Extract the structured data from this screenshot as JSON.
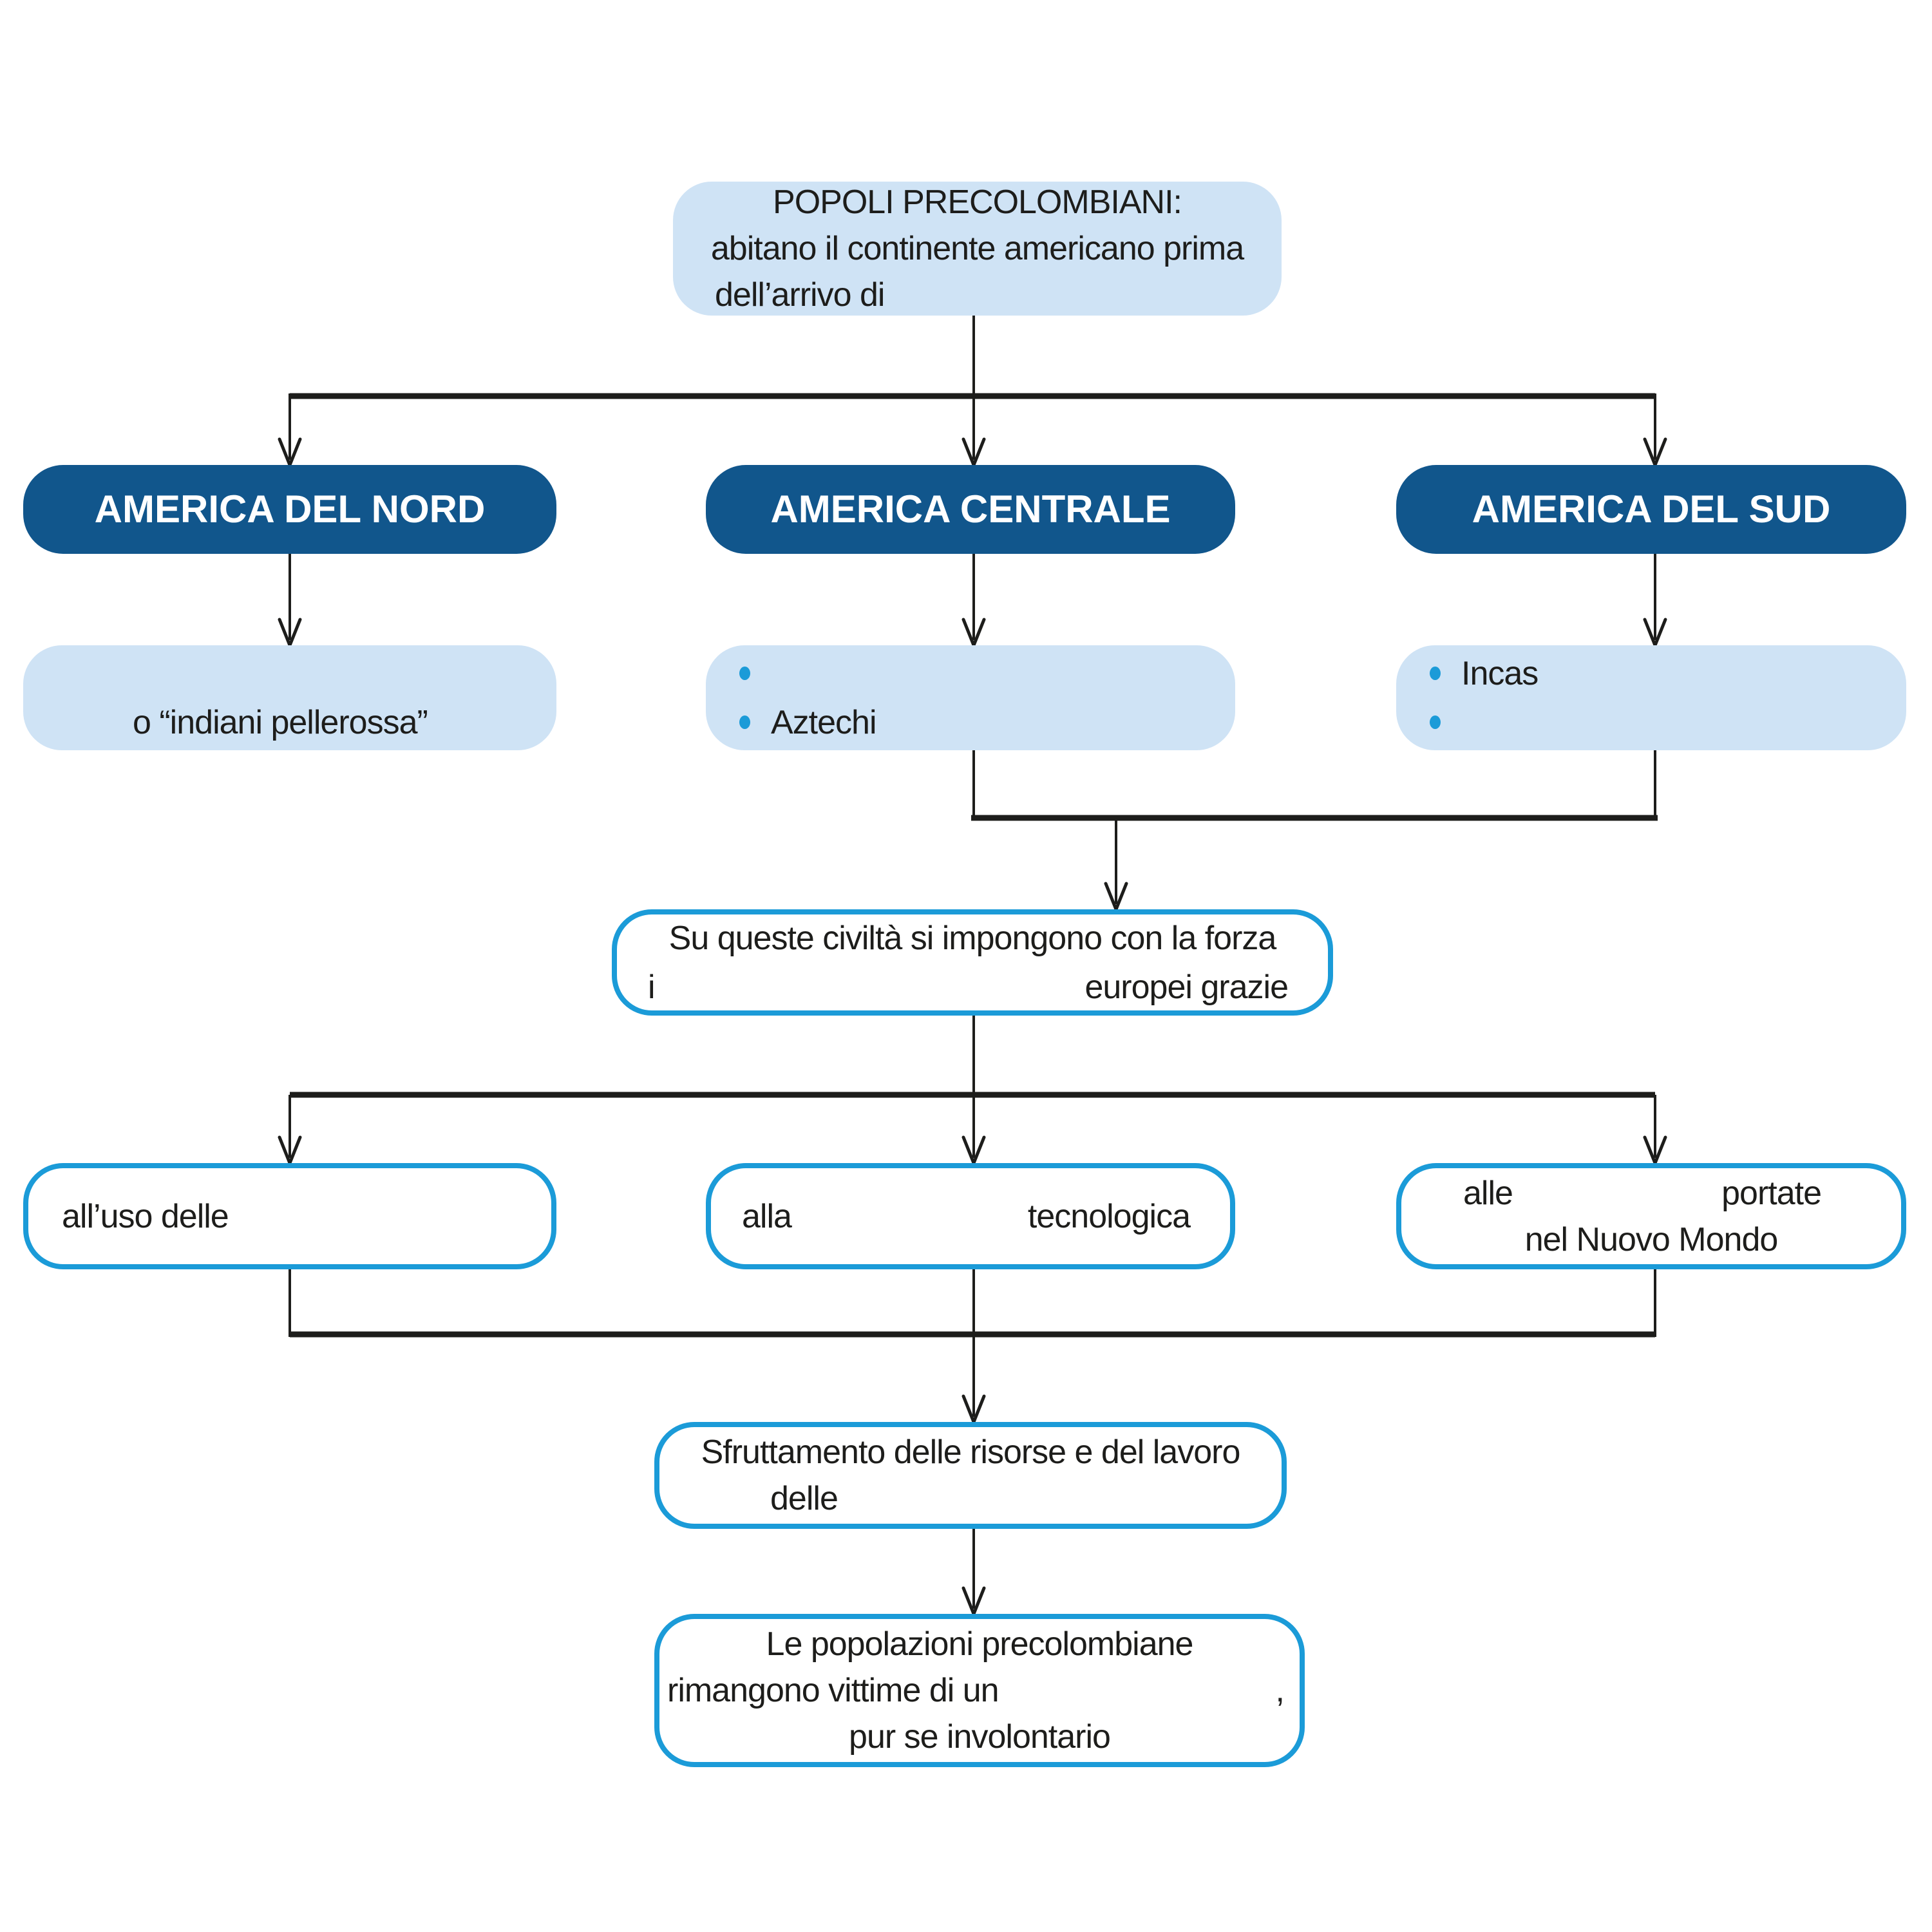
{
  "palette": {
    "background": "#ffffff",
    "box_light_blue": "#cfe3f5",
    "box_dark_blue": "#11568c",
    "outline_blue": "#1b9bd8",
    "bullet_blue": "#1b9bd8",
    "connector_black": "#1d1d1b",
    "text_dark": "#1d1d1b",
    "header_text_white": "#ffffff"
  },
  "root_box": {
    "title": "POPOLI PRECOLOMBIANI:",
    "line2": "abitano il continente americano prima",
    "line3": "dell’arrivo di"
  },
  "columns": {
    "nord": {
      "header": "AMERICA DEL NORD",
      "note_line1": "",
      "note_line2": "o “indiani pellerossa”"
    },
    "centrale": {
      "header": "AMERICA CENTRALE",
      "bullet1": "",
      "bullet2": "Aztechi"
    },
    "sud": {
      "header": "AMERICA DEL SUD",
      "bullet1": "Incas",
      "bullet2": ""
    }
  },
  "conquest_box": {
    "line1": "Su queste civiltà si impongono con la forza",
    "line2_left": "i",
    "line2_right": "europei grazie"
  },
  "reason_boxes": {
    "weapons": {
      "text": "all’uso delle"
    },
    "technology": {
      "left": "alla",
      "right": "tecnologica"
    },
    "diseases": {
      "line1_left": "alle",
      "line1_right": "portate",
      "line2": "nel Nuovo Mondo"
    }
  },
  "exploitation_box": {
    "line1": "Sfruttamento delle risorse e del lavoro",
    "line2": "delle"
  },
  "outcome_box": {
    "line1": "Le popolazioni precolombiane",
    "line2_left": "rimangono vittime di un",
    "line2_right": ",",
    "line3": "pur se involontario"
  }
}
